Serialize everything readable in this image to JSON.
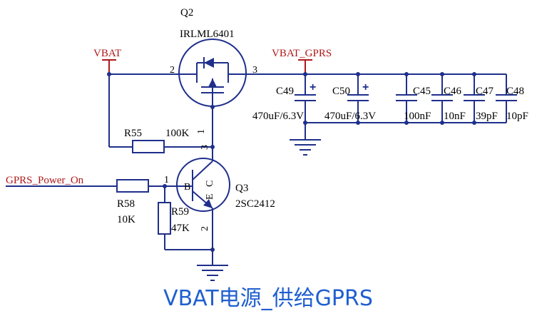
{
  "title": "VBAT电源_供给GPRS",
  "nets": {
    "vbat": "VBAT",
    "vbat_gprs": "VBAT_GPRS",
    "gprs_power_on": "GPRS_Power_On"
  },
  "components": {
    "q2": {
      "ref": "Q2",
      "part": "IRLML6401",
      "pin_gate": "1",
      "pin_source": "2",
      "pin_drain": "3"
    },
    "q3": {
      "ref": "Q3",
      "part": "2SC2412",
      "pin_base": "1",
      "pin_emitter": "2",
      "pin_collector": "3",
      "base_letter": "B",
      "emitter_letter": "E",
      "collector_letter": "C"
    },
    "r55": {
      "ref": "R55",
      "value": "100K"
    },
    "r58": {
      "ref": "R58",
      "value": "10K"
    },
    "r59": {
      "ref": "R59",
      "value": "47K"
    },
    "c49": {
      "ref": "C49",
      "value": "470uF/6.3V",
      "polarity": "+"
    },
    "c50": {
      "ref": "C50",
      "value": "470uF/6.3V",
      "polarity": "+"
    },
    "c45": {
      "ref": "C45",
      "value": "100nF"
    },
    "c46": {
      "ref": "C46",
      "value": "10nF"
    },
    "c47": {
      "ref": "C47",
      "value": "39pF"
    },
    "c48": {
      "ref": "C48",
      "value": "10pF"
    }
  },
  "colors": {
    "wire": "#1f2f8c",
    "net_label": "#b01818",
    "title": "#1f5fd0"
  }
}
